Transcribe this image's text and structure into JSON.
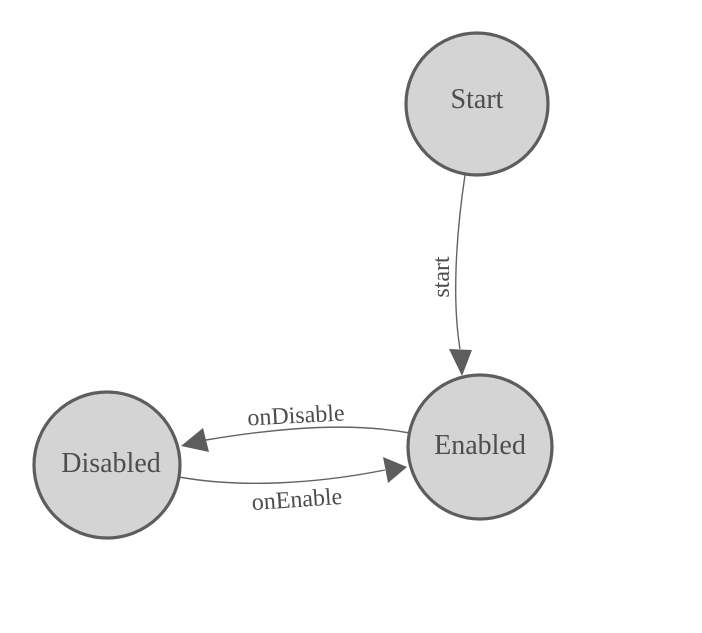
{
  "diagram": {
    "kind": "state-machine",
    "background_color": "#ffffff",
    "node_fill_color": "#d4d4d4",
    "node_stroke_color": "#5d5d5d",
    "edge_color": "#636363",
    "label_color": "#4d4d4d",
    "nodes": {
      "start": {
        "label": "Start"
      },
      "enabled": {
        "label": "Enabled"
      },
      "disabled": {
        "label": "Disabled"
      }
    },
    "edges": {
      "start_to_enabled": {
        "label": "start",
        "from": "Start",
        "to": "Enabled"
      },
      "enabled_to_disabled": {
        "label": "onDisable",
        "from": "Enabled",
        "to": "Disabled"
      },
      "disabled_to_enabled": {
        "label": "onEnable",
        "from": "Disabled",
        "to": "Enabled"
      }
    }
  }
}
